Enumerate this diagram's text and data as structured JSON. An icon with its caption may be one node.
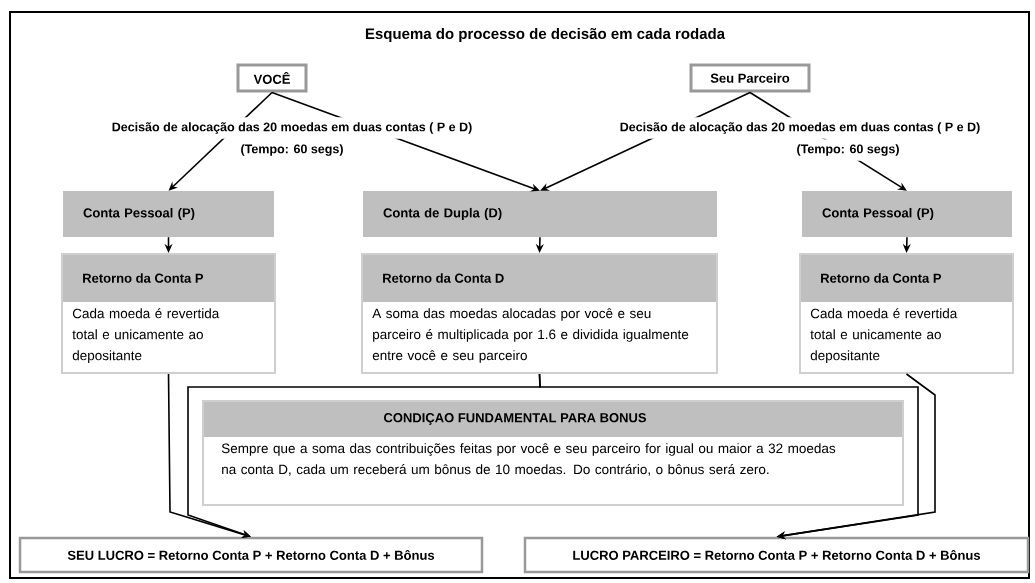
{
  "diagram": {
    "title": "Esquema do processo de decisão em cada rodada",
    "nodes": [
      {
        "text": [
          "VOCÊ"
        ]
      },
      {
        "text": [
          "Seu Parceiro"
        ]
      },
      {
        "text": [
          "Conta Pessoal (P)"
        ]
      },
      {
        "text": [
          "Conta de Dupla (D)"
        ]
      },
      {
        "text": [
          "Conta Pessoal (P)"
        ]
      },
      {
        "text": [
          "Retorno da Conta P",
          "Cada moeda é revertida total e unicamente ao depositante"
        ]
      },
      {
        "text": [
          "Retorno da Conta D",
          "A soma das moedas alocadas por você e seu parceiro é multiplicada por 1.6 e dividida igualmente entre você e seu parceiro"
        ]
      },
      {
        "text": [
          "Retorno da Conta P",
          "Cada moeda é revertida total e unicamente ao depositante"
        ]
      },
      {
        "text": [
          "CONDIÇAO FUNDAMENTAL PARA BONUS",
          "Sempre que a soma das contribuições feitas por você e seu parceiro for igual ou maior a 32 moedas na conta D, cada um receberá um bônus de 10 moedas. Do contrário, o bônus será zero."
        ]
      },
      {
        "text": [
          "SEU LUCRO = Retorno Conta P + Retorno Conta D + Bônus"
        ]
      },
      {
        "text": [
          "LUCRO PARCEIRO = Retorno Conta P + Retorno Conta D + Bônus"
        ]
      }
    ],
    "edges": [
      {
        "from": 0,
        "to": 2,
        "arrow": "to"
      },
      {
        "from": 0,
        "to": 3,
        "arrow": "to"
      },
      {
        "from": 1,
        "to": 3,
        "arrow": "to"
      },
      {
        "from": 1,
        "to": 4,
        "arrow": "to"
      },
      {
        "from": 2,
        "to": 5,
        "arrow": "to"
      },
      {
        "from": 3,
        "to": 6,
        "arrow": "to"
      },
      {
        "from": 4,
        "to": 7,
        "arrow": "to"
      },
      {
        "from": 5,
        "to": 9,
        "arrow": "to"
      },
      {
        "from": 6,
        "to": 9,
        "arrow": "to"
      },
      {
        "from": 6,
        "to": 10,
        "arrow": "to"
      },
      {
        "from": 7,
        "to": 10,
        "arrow": "to"
      }
    ],
    "labels": [
      "Decisão de alocação das 20 moedas em duas contas ( P e D)",
      "Decisão de alocação das 20 moedas em duas contas ( P e D)",
      "(Tempo: 60 segs)",
      "(Tempo: 60 segs)"
    ]
  }
}
